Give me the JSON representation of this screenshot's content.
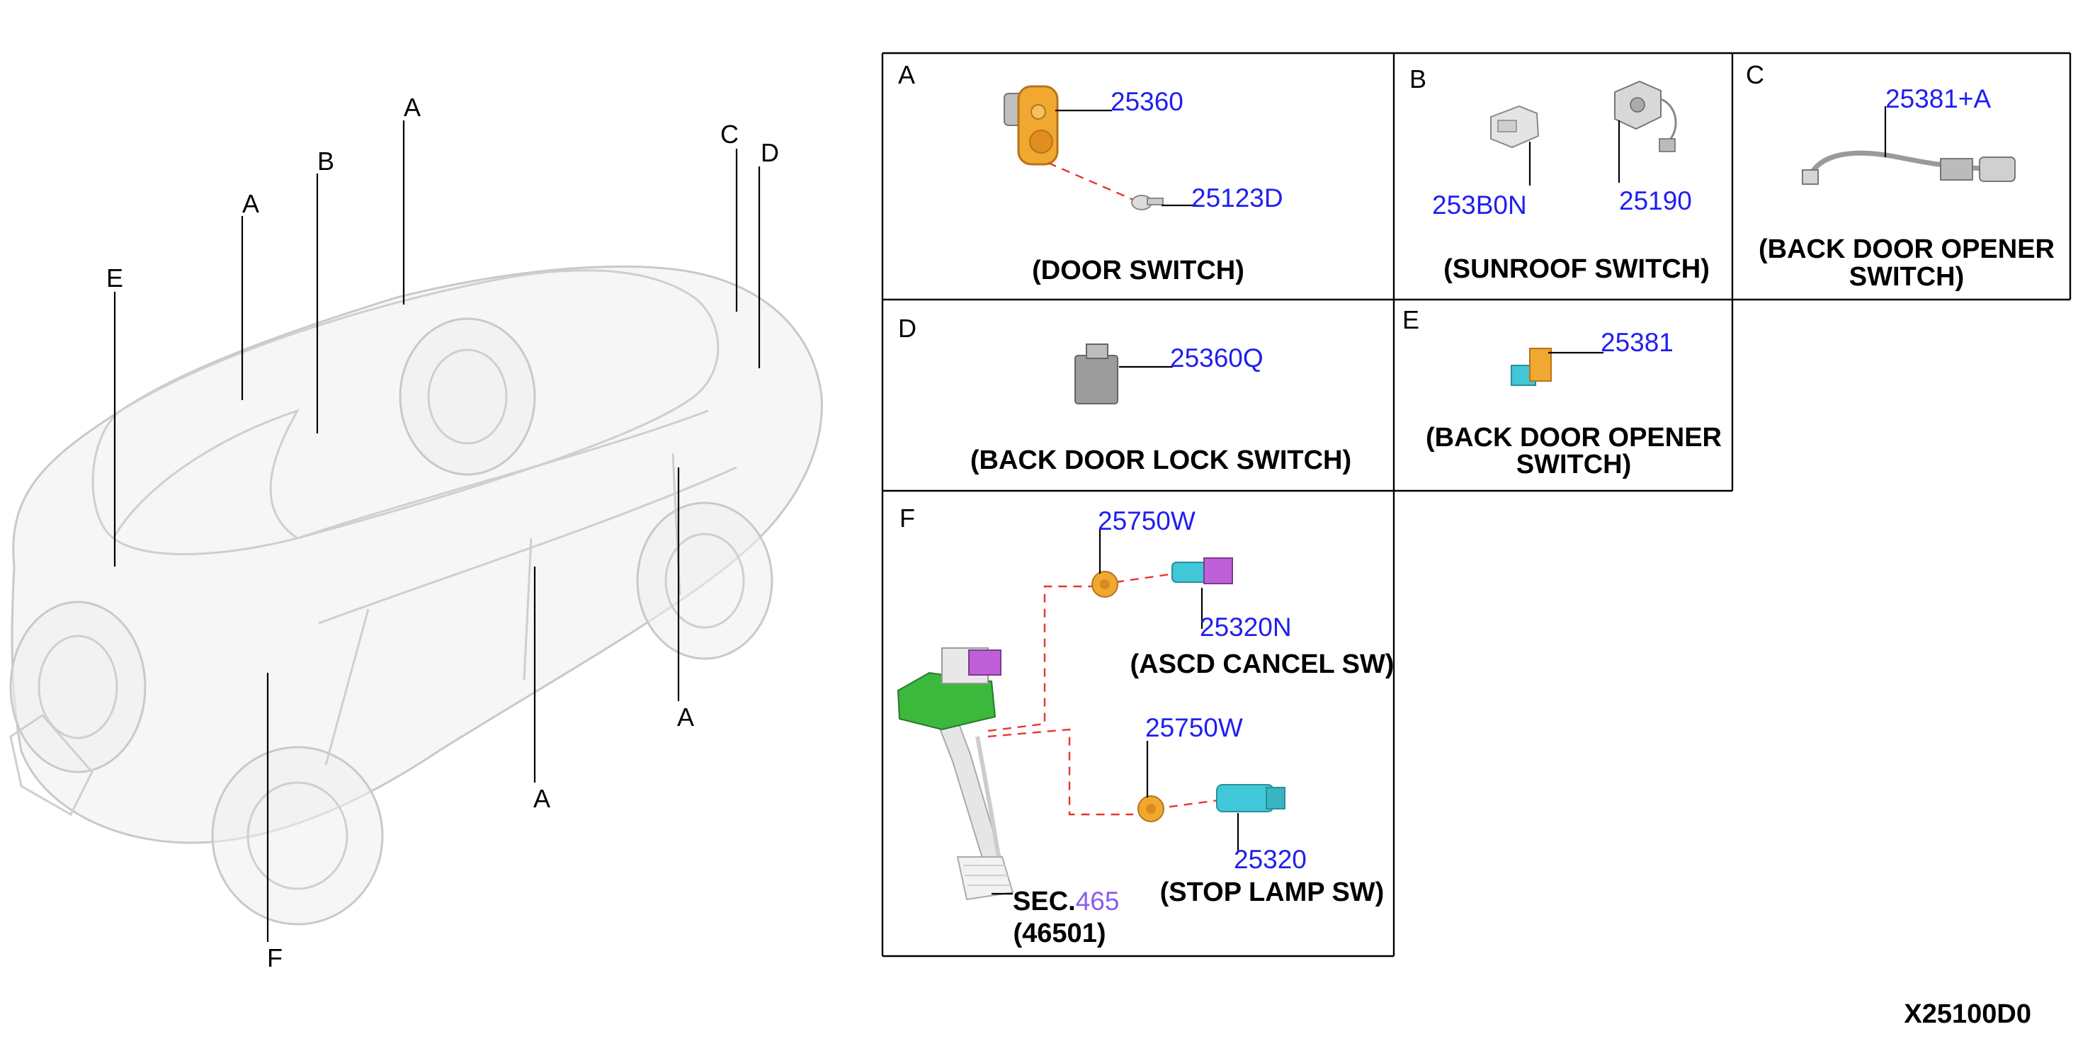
{
  "diagram_code": "X25100D0",
  "overview": {
    "callouts": [
      "E",
      "A",
      "B",
      "A",
      "C",
      "D",
      "A",
      "A",
      "F"
    ]
  },
  "panels": {
    "A": {
      "letter": "A",
      "parts": [
        "25360",
        "25123D"
      ],
      "caption": [
        "(DOOR SWITCH)"
      ]
    },
    "B": {
      "letter": "B",
      "parts": [
        "253B0N",
        "25190"
      ],
      "caption": [
        "(SUNROOF SWITCH)"
      ]
    },
    "C": {
      "letter": "C",
      "parts": [
        "25381+A"
      ],
      "caption": [
        "(BACK DOOR OPENER",
        "SWITCH)"
      ]
    },
    "D": {
      "letter": "D",
      "parts": [
        "25360Q"
      ],
      "caption": [
        "(BACK DOOR LOCK SWITCH)"
      ]
    },
    "E": {
      "letter": "E",
      "parts": [
        "25381"
      ],
      "caption": [
        "(BACK DOOR OPENER",
        "SWITCH)"
      ]
    },
    "F": {
      "letter": "F",
      "parts": [
        "25750W",
        "25320N",
        "25750W",
        "25320"
      ],
      "caption_ascd": "(ASCD CANCEL SW)",
      "caption_stop": "(STOP LAMP SW)",
      "sec_prefix": "SEC.",
      "sec_number": "465",
      "sec_part": "(46501)"
    }
  },
  "colors": {
    "part_number": "#1f1ff0",
    "sec_link": "#8a5cf0",
    "connector_dash": "#e8362c",
    "orange_part": "#f0a830",
    "cyan_part": "#40c8d8",
    "magenta_part": "#c060d8",
    "green_part": "#3cb83c"
  }
}
